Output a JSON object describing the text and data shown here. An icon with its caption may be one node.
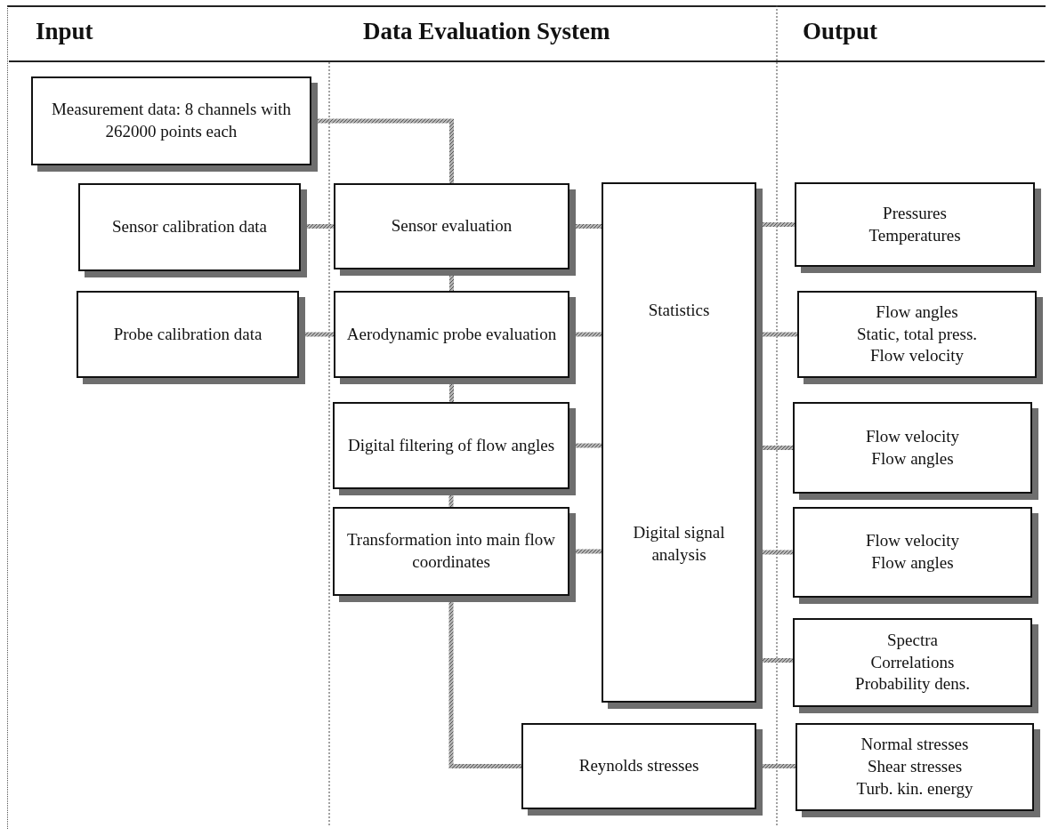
{
  "diagram": {
    "nodes": [
      {
        "text": [
          "Measurement data: 8 channels with 262000 points each"
        ]
      },
      {
        "text": [
          "Sensor calibration data"
        ]
      },
      {
        "text": [
          "Probe calibration data"
        ]
      },
      {
        "text": [
          "Sensor evaluation"
        ]
      },
      {
        "text": [
          "Aerodynamic probe evaluation"
        ]
      },
      {
        "text": [
          "Digital filtering of flow angles"
        ]
      },
      {
        "text": [
          "Transformation into main flow coordinates"
        ]
      },
      {
        "text": [
          "Reynolds stresses"
        ]
      },
      {
        "text": [
          "Statistics",
          "Digital signal analysis"
        ]
      },
      {
        "text": [
          "Pressures",
          "Temperatures"
        ]
      },
      {
        "text": [
          "Flow angles",
          "Static, total press.",
          "Flow velocity"
        ]
      },
      {
        "text": [
          "Flow velocity",
          "Flow angles"
        ]
      },
      {
        "text": [
          "Flow velocity",
          "Flow angles"
        ]
      },
      {
        "text": [
          "Spectra",
          "Correlations",
          "Probability dens."
        ]
      },
      {
        "text": [
          "Normal stresses",
          "Shear stresses",
          "Turb. kin. energy"
        ]
      }
    ],
    "edges": [
      {
        "from": 0,
        "to": 3,
        "arrow": "none"
      },
      {
        "from": 1,
        "to": 3,
        "arrow": "none"
      },
      {
        "from": 2,
        "to": 4,
        "arrow": "none"
      },
      {
        "from": 3,
        "to": 4,
        "arrow": "none"
      },
      {
        "from": 4,
        "to": 5,
        "arrow": "none"
      },
      {
        "from": 5,
        "to": 6,
        "arrow": "none"
      },
      {
        "from": 6,
        "to": 7,
        "arrow": "none"
      },
      {
        "from": 3,
        "to": 8,
        "arrow": "none"
      },
      {
        "from": 4,
        "to": 8,
        "arrow": "none"
      },
      {
        "from": 5,
        "to": 8,
        "arrow": "none"
      },
      {
        "from": 6,
        "to": 8,
        "arrow": "none"
      },
      {
        "from": 8,
        "to": 9,
        "arrow": "none"
      },
      {
        "from": 8,
        "to": 10,
        "arrow": "none"
      },
      {
        "from": 8,
        "to": 11,
        "arrow": "none"
      },
      {
        "from": 8,
        "to": 12,
        "arrow": "none"
      },
      {
        "from": 8,
        "to": 13,
        "arrow": "none"
      },
      {
        "from": 7,
        "to": 14,
        "arrow": "none"
      }
    ],
    "labels": [
      "Input",
      "Data Evaluation System",
      "Output"
    ]
  }
}
